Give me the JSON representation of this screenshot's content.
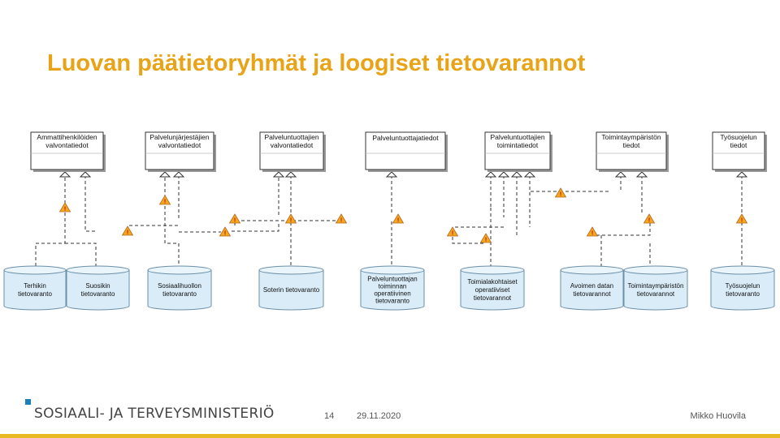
{
  "slide": {
    "title": "Luovan päätietoryhmät ja loogiset tietovarannot"
  },
  "diagram": {
    "groups": [
      {
        "id": "g1",
        "lines": [
          "Ammattihenkilöiden",
          "valvontatiedot"
        ]
      },
      {
        "id": "g2",
        "lines": [
          "Palvelunjärjestäjien",
          "valvontatiedot"
        ]
      },
      {
        "id": "g3",
        "lines": [
          "Palveluntuottajien",
          "valvontatiedot"
        ]
      },
      {
        "id": "g4",
        "lines": [
          "Palveluntuottajatiedot"
        ]
      },
      {
        "id": "g5",
        "lines": [
          "Palveluntuottajien",
          "toimintatiedot"
        ]
      },
      {
        "id": "g6",
        "lines": [
          "Toimintaympäristön",
          "tiedot"
        ]
      },
      {
        "id": "g7",
        "lines": [
          "Työsuojelun",
          "tiedot"
        ]
      }
    ],
    "stores": [
      {
        "id": "s1",
        "lines": [
          "Terhikin",
          "tietovaranto"
        ]
      },
      {
        "id": "s2",
        "lines": [
          "Suosikin",
          "tietovaranto"
        ]
      },
      {
        "id": "s3",
        "lines": [
          "Sosiaalihuollon",
          "tietovaranto"
        ]
      },
      {
        "id": "s4",
        "lines": [
          "Soterin tietovaranto"
        ]
      },
      {
        "id": "s5",
        "lines": [
          "Palveluntuottajan",
          "toiminnan",
          "operatiivinen",
          "tietovaranto"
        ]
      },
      {
        "id": "s6",
        "lines": [
          "Toimialakohtaiset",
          "operatiiviset",
          "tietovarannot"
        ]
      },
      {
        "id": "s7",
        "lines": [
          "Avoimen datan",
          "tietovarannot"
        ]
      },
      {
        "id": "s8",
        "lines": [
          "Toimintaympäristön",
          "tietovarannot"
        ]
      },
      {
        "id": "s9",
        "lines": [
          "Työsuojelun",
          "tietovaranto"
        ]
      }
    ],
    "warning_symbol": "!",
    "colors": {
      "box_fill": "#ffffff",
      "box_stroke": "#333333",
      "shadow": "#999999",
      "store_fill": "#D9ECF8",
      "store_stroke": "#6A8FA8",
      "warning_fill": "#F4A81D",
      "warning_stroke": "#B5651D",
      "warning_mark": "#C0001A",
      "line": "#333333"
    }
  },
  "footer": {
    "organization": "SOSIAALI- JA TERVEYSMINISTERIÖ",
    "page_number": "14",
    "date": "29.11.2020",
    "author": "Mikko Huovila"
  }
}
